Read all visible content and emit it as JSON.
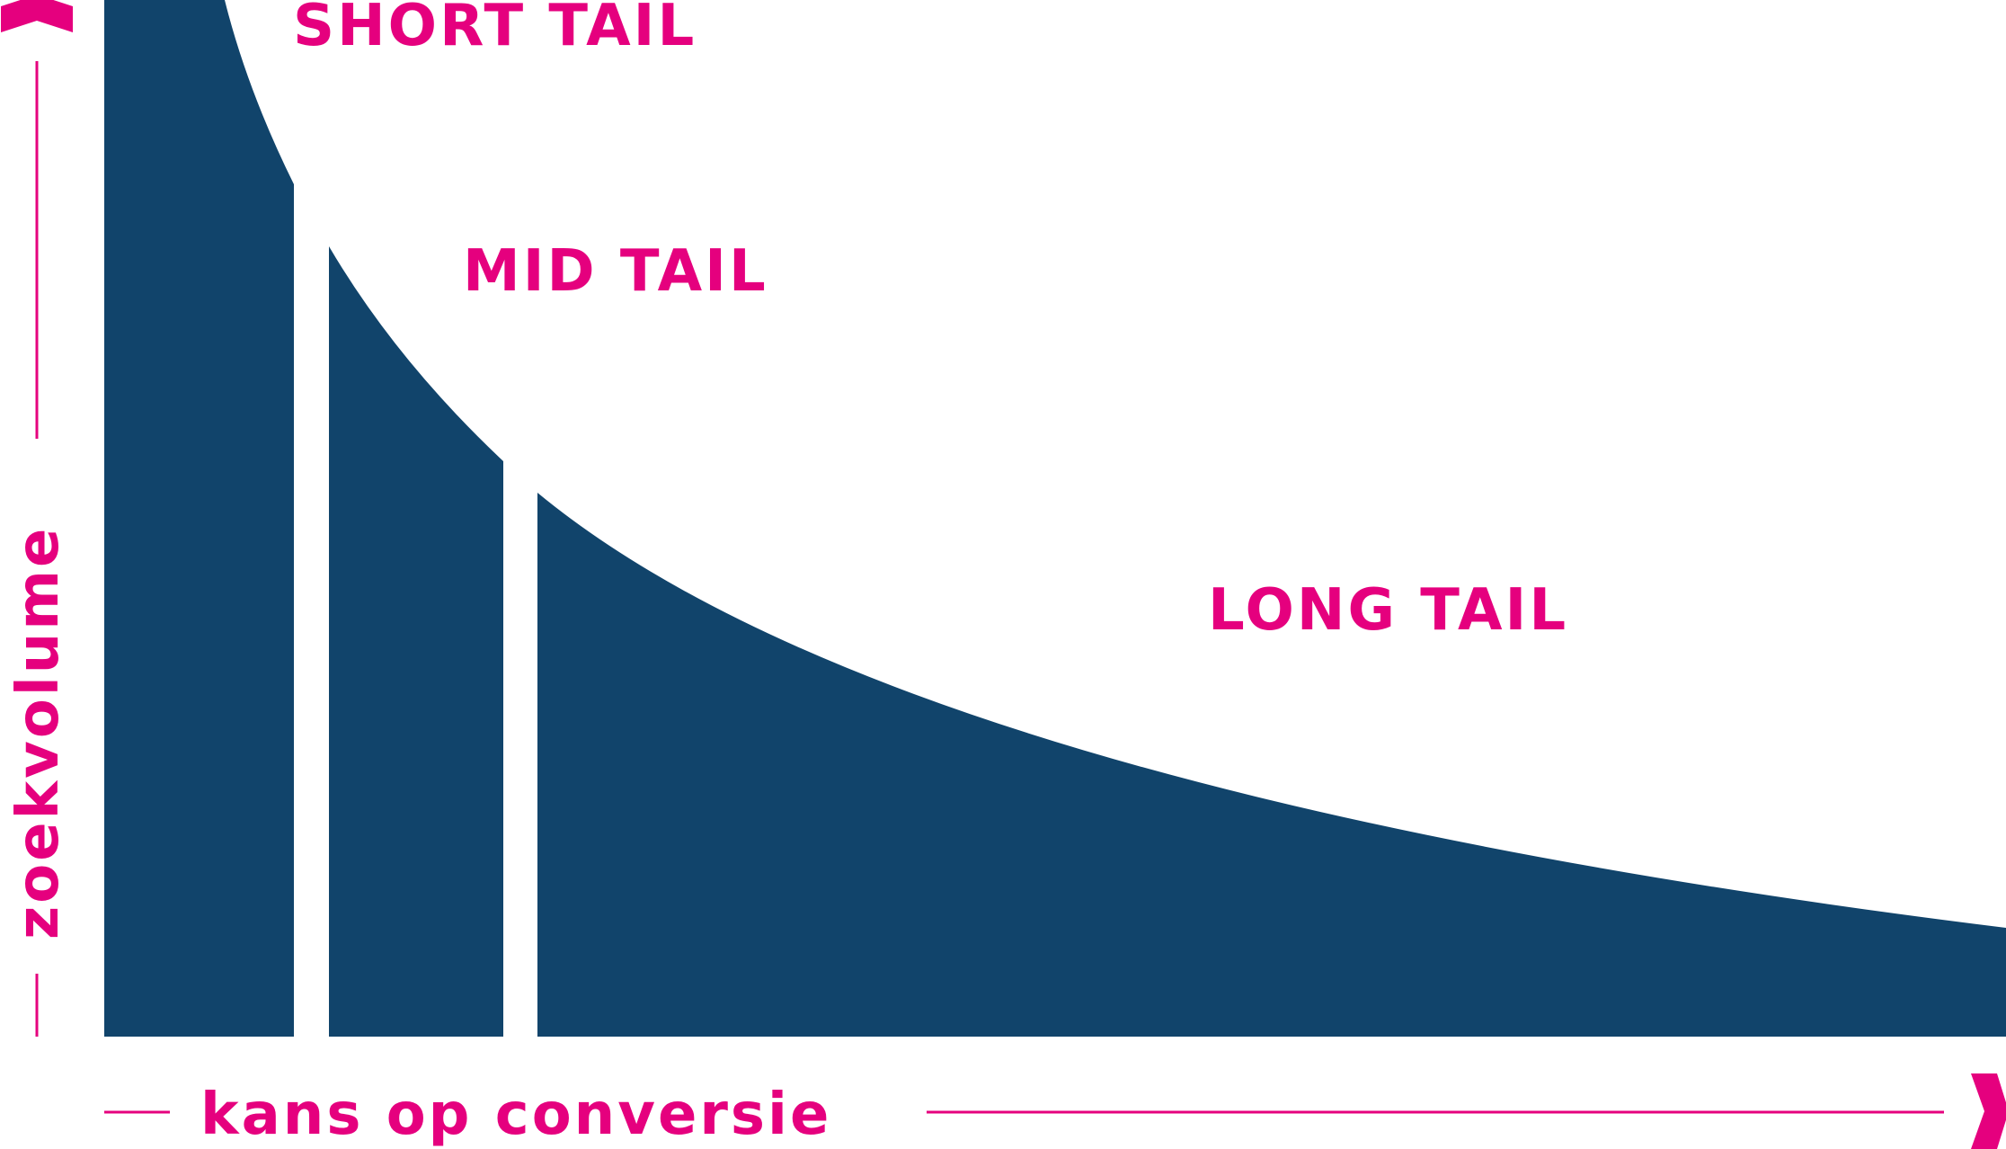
{
  "colors": {
    "fill": "#11446b",
    "accent": "#e5007e",
    "background": "#ffffff"
  },
  "segments": [
    {
      "id": "short-tail",
      "label": "SHORT TAIL"
    },
    {
      "id": "mid-tail",
      "label": "MID TAIL"
    },
    {
      "id": "long-tail",
      "label": "LONG TAIL"
    }
  ],
  "axes": {
    "y_label": "zoekvolume",
    "x_label": "kans op conversie"
  }
}
